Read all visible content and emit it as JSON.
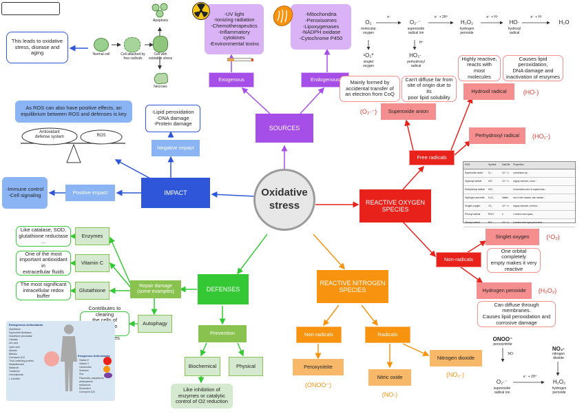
{
  "center": "Oxidative\nstress",
  "sources": {
    "hub": "SOURCES",
    "exogenous": "Exogenous",
    "endogenous": "Endogenous",
    "exo_list": "-UV light\n-Ionizing radiation\n-Chemotherapeutics\n-Inflammatory\ncytokines\n-Environmental toxins",
    "endo_list": "-Mitochondria\n-Peroxisomes\n-Lipoxygenases\n-NADPH oxidase\n-Cytochrome P450"
  },
  "impact": {
    "hub": "IMPACT",
    "negative": "Negative impact",
    "negative_list": "-Lipid peroxidation\n-DNA damage\n-Protein damage",
    "positive": "Positive impact",
    "positive_list": "-Immune control\n-Cell signaling",
    "balance_note": "As ROS can also have positive effects, an\nequilibrium between ROS and defenses is key",
    "balance_left": "Antioxidant\ndefense system",
    "balance_right": "ROS",
    "leads_note": "This leads to oxidative\nstress, disease and aging",
    "cells": [
      "Normal cell",
      "Cell attacked by\nfree radicals",
      "Cell with\noxidative stress",
      "Apoptosis",
      "Necrosis"
    ]
  },
  "defenses": {
    "hub": "DEFENSES",
    "repair": "Repair damage\n(some examples)",
    "enzymes": "Enzymes",
    "enzymes_note": "Like catalase, SOD,\nglutathione reductase ...",
    "vitc": "Vitamin C",
    "vitc_note": "One of the most\nimportant antioxidant in\nextracellular fluids",
    "gsh": "Glutathione",
    "gsh_note": "The most significant\nintracellular redox buffer",
    "autophagy": "Autophagy",
    "autophagy_note": "Contributes to clearing\nthe cells of irreversible\noxidized biomolecules",
    "prevention": "Prevention",
    "biochemical": "Biochemical",
    "physical": "Physical",
    "prevention_note": "Like inhibition of\nenzymes or catalytic\ncontrol of O2 reduction",
    "endo_title": "Endogenous Antioxidants",
    "endo_items": [
      "Glutathione",
      "Superoxide dismutase",
      "Glutathione peroxidase",
      "Catalase",
      "Uric acid",
      "Lipoic acid",
      "Albumin",
      "Bilirubin",
      "Coenzyme Q10",
      "Thiol-containing proteins",
      "Metallothionein",
      "Melatonin",
      "Transferrin",
      "Ceruloplasmin",
      "L-Carnitine"
    ],
    "exo_title": "Exogenous Antioxidants",
    "exo_items": [
      "Vitamin E",
      "Vitamin C",
      "Carotenoids",
      "Selenium",
      "Zinc",
      "Flavonoids, polyphenols,",
      "anthocyanins,",
      "isoflavones",
      "Resveratrol",
      "Coenzyme Q10"
    ]
  },
  "ros": {
    "hub": "REACTIVE OXYGEN\nSPECIES",
    "free_radicals": "Free radicals",
    "non_radicals": "Non-radicals",
    "superoxide": "Superoxide anion",
    "superoxide_formula": "(O₂·⁻)",
    "superoxide_note1": "Mainly formed by\naccidental transfer of\nan electron from CoQ",
    "superoxide_note2": "Can't diffuse far from\nsite of origin due to its\npoor lipid solubility",
    "hydroxyl": "Hydroxil radical",
    "hydroxyl_formula": "(HO·)",
    "hydroxyl_note1": "Highly reactive,\nreacts with most\nmolecules",
    "hydroxyl_note2": "Causes lipid peroxidation,\nDNA damage and\ninactivation of enzymes",
    "perhydroxyl": "Perhydroxyl radical",
    "perhydroxyl_formula": "(HO₂·)",
    "singlet": "Singlet oxygen",
    "singlet_formula": "(¹O₂)",
    "singlet_note": "One orbital completely\nempty makes it very\nreactive",
    "h2o2": "Hydrogen peroxide",
    "h2o2_formula": "(H₂O₂)",
    "h2o2_note": "Can diffuse through membranes.\nCauses lipid peroxidation and\ncorrosive damage",
    "chain_species": [
      "O₂",
      "O₂·⁻",
      "H₂O₂",
      "HO·",
      "H₂O"
    ],
    "chain_labels": [
      "molecular\noxygen",
      "superoxide\nradical ion",
      "hydrogen\nperoxide",
      "hydroxyl\nradical",
      ""
    ],
    "chain_arrows": [
      "e⁻",
      "e⁻ + 2H⁺",
      "e⁻ + H⁺",
      "e⁻ + H⁺"
    ],
    "chain_extra": [
      "¹O₂*",
      "singlet\noxygen",
      "HO₂·",
      "perhydroxyl\nradical",
      "H⁺"
    ],
    "table_headers": [
      "ROS",
      "Symbol",
      "Half-life",
      "Properties"
    ],
    "table_rows": [
      [
        "Superoxide anion",
        "O₂·⁻",
        "10⁻⁶ s",
        "Generated by..."
      ],
      [
        "Hydroxyl radical",
        "HO·",
        "10⁻⁹ s",
        "Highly reactive, short..."
      ],
      [
        "Perhydroxyl radical",
        "HO₂·",
        "",
        "Protonated form of superoxide..."
      ],
      [
        "Hydrogen peroxide",
        "H₂O₂",
        "stable",
        "Not a free radical, can diffuse..."
      ],
      [
        "Singlet oxygen",
        "¹O₂",
        "10⁻⁶ s",
        "Highly reactive, formed..."
      ],
      [
        "Peroxyl radical",
        "ROO·",
        "s",
        "Formed from lipids..."
      ],
      [
        "Alkoxyl radical",
        "RO·",
        "10⁻⁶ s",
        "Formed from lipid peroxides..."
      ]
    ]
  },
  "rns": {
    "hub": "REACTIVE NITROGEN\nSPECIES",
    "non_radicals": "Non-radicals",
    "radicals": "Radicals",
    "peroxynitrite": "Peroxynitrite",
    "peroxynitrite_formula": "(ONOO⁻)",
    "nitric_oxide": "Nitric oxide",
    "nitric_oxide_formula": "(NO·)",
    "nitrogen_dioxide": "Nitrogen dioxide",
    "nitrogen_dioxide_formula": "(NO₂·)",
    "chem_onoo": "ONOO⁻",
    "chem_onoo_label": "peroxynitrite",
    "chem_no2": "NO₂·",
    "chem_no2_label": "nitrogen\ndioxide",
    "chem_no": "NO·",
    "chem_o2": "O₂·⁻",
    "chem_o2_label": "superoxide\nradical ion",
    "chem_h2o2": "H₂O₂",
    "chem_h2o2_label": "hydrogen\nperoxide",
    "chem_arrow": "e⁻ + 2H⁺"
  },
  "colors": {
    "purple_dark": "#a64ee8",
    "purple_light": "#d9b3f5",
    "blue_dark": "#2f56d8",
    "blue_light": "#8bb4f4",
    "red_dark": "#e8211b",
    "red_light": "#f58f8f",
    "orange_dark": "#f7930f",
    "orange_light": "#f8b869",
    "green_dark": "#34c934",
    "green_light": "#8ac24f",
    "green_pale": "#d5e8d0"
  }
}
